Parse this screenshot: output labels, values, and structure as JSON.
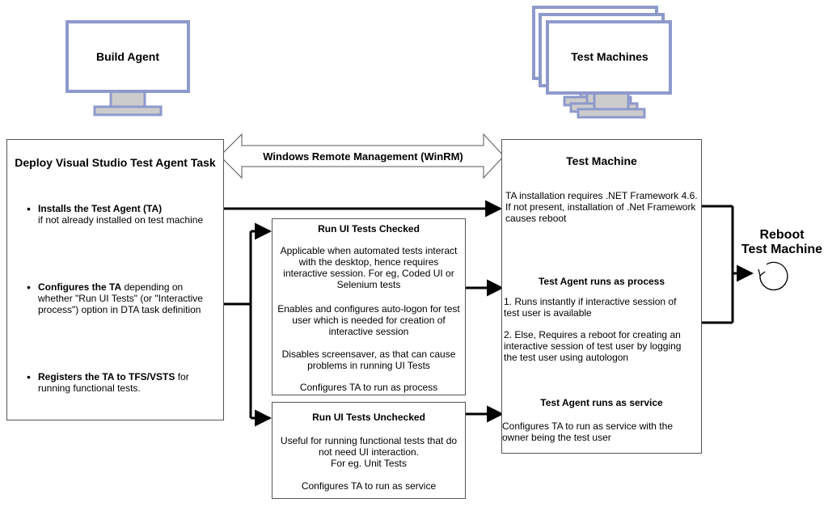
{
  "build_agent": {
    "label": "Build Agent"
  },
  "test_machines": {
    "label": "Test Machines"
  },
  "winrm": {
    "label": "Windows Remote Management (WinRM)"
  },
  "deploy_task": {
    "title": "Deploy Visual Studio Test Agent Task",
    "items": [
      {
        "bold": "Installs the Test Agent (TA)",
        "rest": "if not already installed on test machine"
      },
      {
        "bold": "Configures the TA",
        "rest": " depending on whether \"Run UI Tests\" (or \"Interactive process\") option in DTA task definition"
      },
      {
        "bold": "Registers the TA to TFS/VSTS",
        "rest": " for running functional tests."
      }
    ]
  },
  "run_ui_checked": {
    "title": "Run UI Tests Checked",
    "paragraphs": [
      "Applicable when automated tests interact with the desktop, hence requires interactive session. For eg, Coded UI or Selenium tests",
      "Enables and configures auto-logon for test user which is needed for creation of interactive session",
      "Disables screensaver, as that can cause problems in running UI Tests",
      "Configures TA to run as process"
    ]
  },
  "run_ui_unchecked": {
    "title": "Run UI Tests Unchecked",
    "paragraphs": [
      "Useful for running functional tests that do not need UI interaction.",
      "For eg. Unit Tests",
      "Configures TA to run as service"
    ]
  },
  "test_machine": {
    "title": "Test Machine",
    "install_note": "TA installation requires .NET Framework 4.6. If not present, installation of .Net Framework causes reboot",
    "process_heading": "Test Agent runs as process",
    "process_items": [
      "1. Runs instantly if interactive session of test  user is available",
      "2. Else, Requires a reboot for creating an interactive session of test user by logging the  test user using autologon"
    ],
    "service_heading": "Test Agent runs as service",
    "service_text": "Configures TA to run as service with the owner being the test user"
  },
  "reboot": {
    "line1": "Reboot",
    "line2": "Test Machine"
  },
  "colors": {
    "monitor_frame": "#8e99cc",
    "monitor_screen": "#ffffff",
    "stand": "#cccccc",
    "line": "#000000"
  }
}
